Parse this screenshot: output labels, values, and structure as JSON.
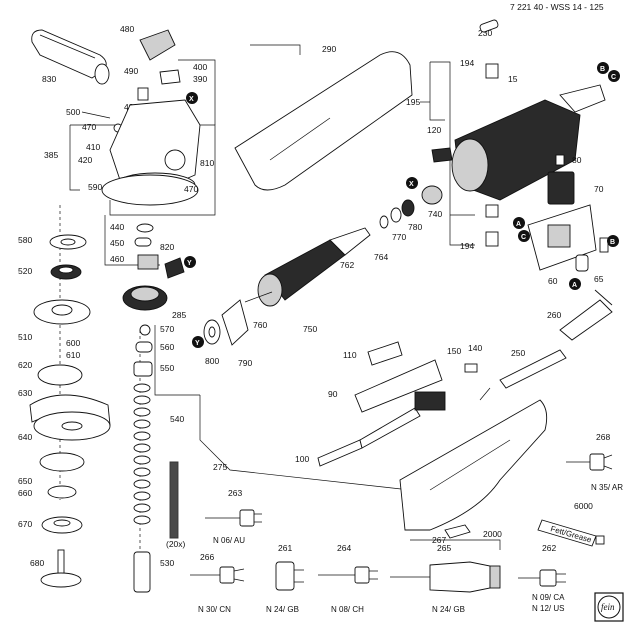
{
  "header": {
    "doc_id": "7 221 40 - WSS 14 - 125"
  },
  "parts": {
    "p15": "15",
    "p60": "60",
    "p65": "65",
    "p70": "70",
    "p80": "80",
    "p90": "90",
    "p100": "100",
    "p110": "110",
    "p120": "120",
    "p140": "140",
    "p150": "150",
    "p194a": "194",
    "p194b": "194",
    "p195": "195",
    "p230": "230",
    "p250": "250",
    "p260": "260",
    "p263": "263",
    "p264": "264",
    "p265": "265",
    "p266": "266",
    "p267": "267",
    "p268": "268",
    "p261": "261",
    "p262": "262",
    "p275": "275",
    "p285": "285",
    "p290": "290",
    "p385": "385",
    "p390": "390",
    "p400": "400",
    "p410": "410",
    "p420": "420",
    "p430": "430",
    "p440": "440",
    "p450": "450",
    "p460": "460",
    "p470a": "470",
    "p470b": "470",
    "p480": "480",
    "p490": "490",
    "p500": "500",
    "p510": "510",
    "p520": "520",
    "p530": "530",
    "p540": "540",
    "p550": "550",
    "p560": "560",
    "p570": "570",
    "p580": "580",
    "p590": "590",
    "p600": "600",
    "p610": "610",
    "p620": "620",
    "p630": "630",
    "p640": "640",
    "p650": "650",
    "p660": "660",
    "p670": "670",
    "p680": "680",
    "p740": "740",
    "p750": "750",
    "p760": "760",
    "p762": "762",
    "p764": "764",
    "p770": "770",
    "p780": "780",
    "p790": "790",
    "p800": "800",
    "p810": "810",
    "p820": "820",
    "p830": "830",
    "p2000": "2000",
    "p6000": "6000",
    "x20": "(20x)"
  },
  "markers": {
    "x1": "X",
    "x2": "X",
    "b1": "B",
    "b2": "B",
    "c1": "C",
    "c2": "C",
    "a1": "A",
    "a2": "A",
    "y1": "Y",
    "y2": "Y"
  },
  "plug_captions": {
    "au": "N 06/ AU",
    "cn": "N 30/ CN",
    "gb1": "N 24/ GB",
    "ch": "N 08/ CH",
    "gb2": "N 24/ GB",
    "ca": "N 09/ CA",
    "us": "N 12/ US",
    "ar": "N 35/ AR"
  },
  "labels": {
    "grease": "Fett/Grease"
  },
  "logo": {
    "text": "fein"
  }
}
